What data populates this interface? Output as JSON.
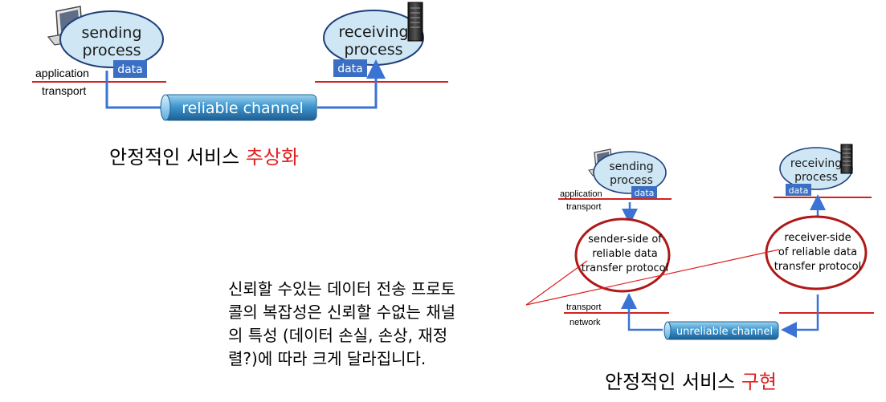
{
  "abstraction": {
    "sender": {
      "line1": "sending",
      "line2": "process",
      "data_label": "data"
    },
    "receiver": {
      "line1": "receiving",
      "line2": "process",
      "data_label": "data"
    },
    "layer_application": "application",
    "layer_transport": "transport",
    "channel_label": "reliable channel",
    "caption_prefix": "안정적인 서비스 ",
    "caption_highlight": "추상화"
  },
  "implementation": {
    "sender": {
      "line1": "sending",
      "line2": "process",
      "data_label": "data"
    },
    "receiver": {
      "line1": "receiving",
      "line2": "process",
      "data_label": "data"
    },
    "layer_application": "application",
    "layer_transport_top": "transport",
    "layer_transport_bottom": "transport",
    "layer_network": "network",
    "sender_protocol": {
      "line1": "sender-side of",
      "line2": "reliable data",
      "line3": "transfer protocol"
    },
    "receiver_protocol": {
      "line1": "receiver-side",
      "line2": "of reliable data",
      "line3": "transfer protocol"
    },
    "channel_label": "unreliable channel",
    "caption_prefix": "안정적인 서비스 ",
    "caption_highlight": "구현"
  },
  "note": {
    "lines": [
      "신뢰할 수있는 데이터 전송 프로토",
      "콜의 복잡성은 신뢰할 수없는 채널",
      "의 특성 (데이터 손실, 손상, 재정",
      "렬?)에 따라 크게 달라집니다."
    ]
  },
  "colors": {
    "ellipse_fill": "#cfe7f4",
    "ellipse_stroke": "#1f3f7a",
    "data_box": "#3a6fc4",
    "arrow": "#3b73d4",
    "layer_line": "#d42020",
    "protocol_stroke": "#b01818",
    "channel": "#4aa3d6",
    "highlight": "#e02020"
  }
}
